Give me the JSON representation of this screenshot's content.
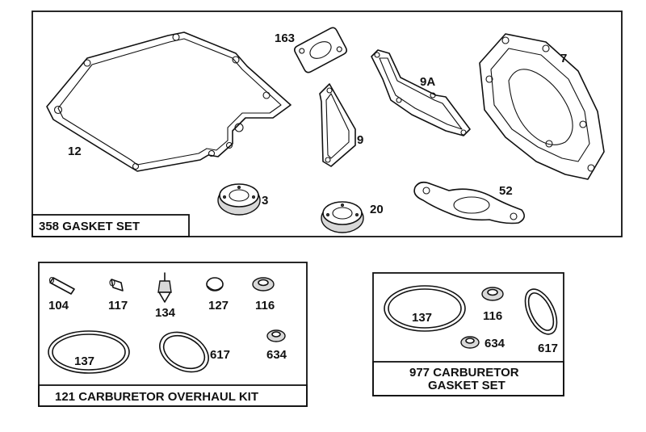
{
  "kits": {
    "gasket_set": {
      "title": "358 GASKET SET"
    },
    "overhaul_kit": {
      "title": "121 CARBURETOR OVERHAUL KIT"
    },
    "carb_gasket_set": {
      "title_line1": "977 CARBURETOR",
      "title_line2": "GASKET SET"
    }
  },
  "parts": {
    "p163": "163",
    "p7": "7",
    "p9a": "9A",
    "p9": "9",
    "p12": "12",
    "p3": "3",
    "p20": "20",
    "p52": "52",
    "ok104": "104",
    "ok117": "117",
    "ok134": "134",
    "ok127": "127",
    "ok116": "116",
    "ok137": "137",
    "ok617": "617",
    "ok634": "634",
    "cg137": "137",
    "cg116": "116",
    "cg634": "634",
    "cg617": "617"
  }
}
